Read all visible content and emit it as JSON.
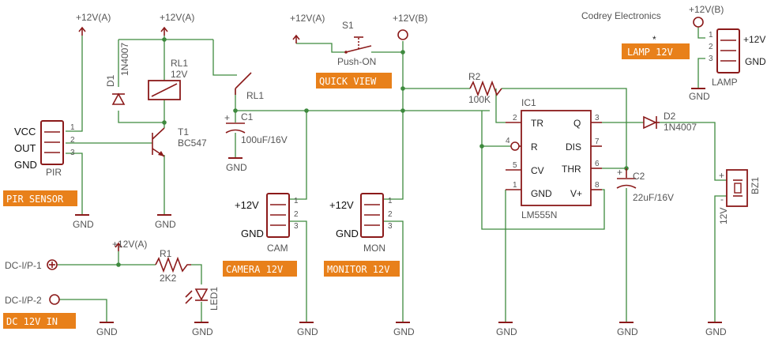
{
  "brand": "Codrey Electronics",
  "colors": {
    "wire": "#3e8a3e",
    "component": "#8b1a1a",
    "tag_bg": "#e8801a"
  },
  "rails": {
    "a": "+12V(A)",
    "b": "+12V(B)",
    "gnd": "GND"
  },
  "tags": {
    "pir_sensor": "PIR SENSOR",
    "camera": "CAMERA 12V",
    "monitor": "MONITOR 12V",
    "quick_view": "QUICK VIEW",
    "lamp": "LAMP 12V",
    "dc_in": "DC 12V IN"
  },
  "pir": {
    "name": "PIR",
    "pins": [
      "VCC",
      "OUT",
      "GND"
    ],
    "nums": [
      "1",
      "2",
      "3"
    ]
  },
  "camera": {
    "name": "CAM",
    "pwr": "+12V",
    "gnd": "GND",
    "nums": [
      "1",
      "2",
      "3"
    ]
  },
  "monitor": {
    "name": "MON",
    "pwr": "+12V",
    "gnd": "GND",
    "nums": [
      "1",
      "2",
      "3"
    ]
  },
  "lamp": {
    "name": "LAMP",
    "pwr": "+12V",
    "gnd": "GND",
    "nums": [
      "1",
      "2",
      "3"
    ],
    "marker": "*"
  },
  "d1": {
    "ref": "D1",
    "value": "1N4007"
  },
  "rl1": {
    "ref": "RL1",
    "value": "12V",
    "contact": "RL1"
  },
  "t1": {
    "ref": "T1",
    "value": "BC547"
  },
  "c1": {
    "ref": "C1",
    "value": "100uF/16V"
  },
  "s1": {
    "ref": "S1",
    "value": "Push-ON"
  },
  "r1": {
    "ref": "R1",
    "value": "2K2"
  },
  "led1": {
    "ref": "LED1"
  },
  "r2": {
    "ref": "R2",
    "value": "100K"
  },
  "ic1": {
    "ref": "IC1",
    "part": "LM555N",
    "pins": [
      {
        "num": "2",
        "name": "TR"
      },
      {
        "num": "4",
        "name": "R"
      },
      {
        "num": "5",
        "name": "CV"
      },
      {
        "num": "1",
        "name": "GND"
      },
      {
        "num": "3",
        "name": "Q"
      },
      {
        "num": "7",
        "name": "DIS"
      },
      {
        "num": "6",
        "name": "THR"
      },
      {
        "num": "8",
        "name": "V+"
      }
    ]
  },
  "d2": {
    "ref": "D2",
    "value": "1N4007"
  },
  "c2": {
    "ref": "C2",
    "value": "22uF/16V"
  },
  "bz1": {
    "ref": "BZ1",
    "value": "12V"
  },
  "dc_inputs": [
    "DC-I/P-1",
    "DC-I/P-2"
  ]
}
